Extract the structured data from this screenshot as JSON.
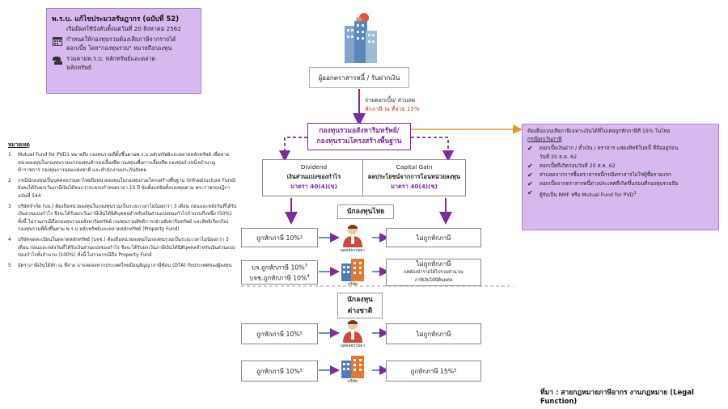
{
  "law_box": {
    "title": "พ.ร.บ. แก้ไขประมวลรัษฎากร (ฉบับที่ 52)",
    "effective": "เริ่มมีผลใช้บังคับตั้งแต่วันที่ 20 สิงหาคม 2562",
    "point1_line1": "กำหนดให้กองทุนรวมต้องเสียภาษีจากรายได้",
    "point1_line2": "ดอกเบี้ย โดย\"กองทุนรวม\" หมายถึงกองทุน",
    "point2_line1": "รวมตามพ.ร.บ. หลักทรัพย์และตลาด",
    "point2_line2": "หลักทรัพย์"
  },
  "issuer": {
    "label": "ผู้ออกตราสารหนี้ / รับฝากเงิน"
  },
  "flow": {
    "interest_label": "จ่ายดอกเบี้ย/ ส่วนลด",
    "withholding_label": "หักภาษี ณ ที่จ่าย 15%"
  },
  "fund": {
    "line1": "กองทุนรวมอสังหาริมทรัพย์/",
    "line2": "กองทุนรวมโครงสร้างพื้นฐาน"
  },
  "dividend": {
    "en": "Dividend",
    "th": "เงินส่วนแบ่งของกำไร",
    "section": "มาตรา 40(4)(ข)"
  },
  "capital_gain": {
    "en": "Capital Gain",
    "th": "ผลประโยชน์จากการโอนหน่วยลงทุน",
    "section": "มาตรา 40(4)(ช)"
  },
  "investors": {
    "thai": "นักลงทุนไทย",
    "foreign_line1": "นักลงทุน",
    "foreign_line2": "ต่างชาติ",
    "individual_caption": "บุคคลธรรมดา",
    "company_caption": "บริษัท"
  },
  "tax": {
    "thai_ind_div": "ถูกหักภาษี 10%",
    "thai_ind_div_sup": "2",
    "thai_ind_cg": "ไม่ถูกหักภาษี",
    "thai_co_div_1": "บจ.ถูกหักภาษี 10%",
    "thai_co_div_1_sup": "3",
    "thai_co_div_2": "บจช.ถูกหักภาษี 10%",
    "thai_co_div_2_sup": "4",
    "thai_co_cg_1": "ไม่ถูกหักภาษี",
    "thai_co_cg_2": "แต่ต้องนำรายได้ไปรวมคำนวณ",
    "thai_co_cg_3": "ภาษีเงินได้นิติบุคคล",
    "for_ind_div": "ถูกหักภาษี 10%",
    "for_ind_div_sup": "5",
    "for_ind_cg": "ไม่ถูกหักภาษี",
    "for_co_div": "ถูกหักภาษี 10%",
    "for_co_div_sup": "5",
    "for_co_cg": "ถูกหักภาษี 15%",
    "for_co_cg_sup": "5"
  },
  "conditions": {
    "intro": "ต้องยื่นแบบเสียภาษีเฉพาะเงินได้ที่ไม่เคยถูกหักภาษีที่ 15% ในไทย",
    "exceptions_head": "กรณียกเว้นภาษี",
    "items": [
      "ดอกเบี้ยเงินฝาก / ตั๋วเงิน / ตราสาร แสดงสิทธิในหนี้ ที่ถืออยู่ก่อน",
      "วันที่ 20 ส.ค. 62",
      "ดอกเบี้ยที่เกิดก่อนวันที่ 20 ส.ค. 62",
      "ส่วนลดจากการซื้อตราสารหนี้กรณีตราสารไม่ใช่ผู้ซื้อรายแรก",
      "ดอกเบี้ยจากตราสารหนี้ต่างประเทศที่เกิดขึ้นก่อนที่กองทุนรวมถือ",
      "ผู้รับเป็น RMF หรือ Mutual Fund for PVD"
    ],
    "last_sup": "1"
  },
  "notes": {
    "head": "หมายเหตุ",
    "items": [
      {
        "n": "1",
        "text": "Mutual Fund for PVD1 หมายถึง กองทุนรวมที่ตั้งขึ้นตามพ.ร.บ.หลักทรัพย์และตลาดหลักทรัพย์ เพื่อขายหน่วยลงทุนในกองทุนรวมแก่กองทุนสำรองเลี้ยงชีพ กองทุนเพื่อการเลี้ยงชีพ กองทุนบำเหน็จบำนาญข้าราชการ กองทุนการออมแห่งชาติ และสำนักงานประกันสังคม"
      },
      {
        "n": "2",
        "text": "กรณีนักลงทุนเป็นบุคคลธรรมดาไทยถือหน่วยลงทุนในกองทุนรวมโครงสร้างพื้นฐาน (Infrastructure Fund) ยังคงได้รับยกเว้นภาษีเงินได้จนกว่าจะครบกำหนดเวลา 10 ปี นับตั้งแต่จัดตั้งกองทุนตาม พระราชกฤษฎีกา ฉบับที่ 544"
      },
      {
        "n": "3",
        "text": "บริษัทจำกัด (บจ.) ต้องถือหน่วยลงทุนในกองทุนรวมเป็นระยะเวลาไม่น้อยกว่า 3 เดือน ก่อนและหลังวันที่ได้รับเงินส่วนแบ่งกำไร จึงจะได้รับยกเว้นภาษีเงินได้นิติบุคคลสำหรับเงินส่วนแบ่งของกำไรจำนวนกึ่งหนึ่ง (50%) ทั้งนี้ ไม่รวมกรณีถือกองทุนรวมอสังหาริมทรัพย์ กองทุนรวมสิทธิการเช่าอสังหาริมทรัพย์ และสิทธิเรียกร้อง กองทุนรวมที่ตั้งขึ้นตาม พ.ร.บ.หลักทรัพย์และตลาดหลักทรัพย์ (Property Fund)"
      },
      {
        "n": "4",
        "text": "บริษัทจดทะเบียนในตลาดหลักทรัพย์ (บจช.) ต้องถือหน่วยลงทุนในกองทุนรวมเป็นระยะเวลาไม่น้อยกว่า 3 เดือน ก่อนและหลังวันที่ได้รับเงินส่วนแบ่งของกำไร จึงจะได้รับยกเว้นภาษีเงินได้นิติบุคคลสำหรับเงินส่วนแบ่งของกำไรทั้งจำนวน (100%) ทั้งนี้ ไม่รวมกรณีถือ Property Fund"
      },
      {
        "n": "5",
        "text": "อัตราภาษีเงินได้หัก ณ ที่จ่าย อาจลดลงหากประเทศไทยมีอนุสัญญาภาษีซ้อน (DTA) กับประเทศของผู้ลงทุน"
      }
    ]
  },
  "source": "ที่มา : สายกฎหมายภาษีอากร  งานกฎหมาย (Legal Function)",
  "colors": {
    "purple_fill": "#d7b8ef",
    "accent_purple": "#7a2d9b",
    "red": "#d0202a"
  }
}
